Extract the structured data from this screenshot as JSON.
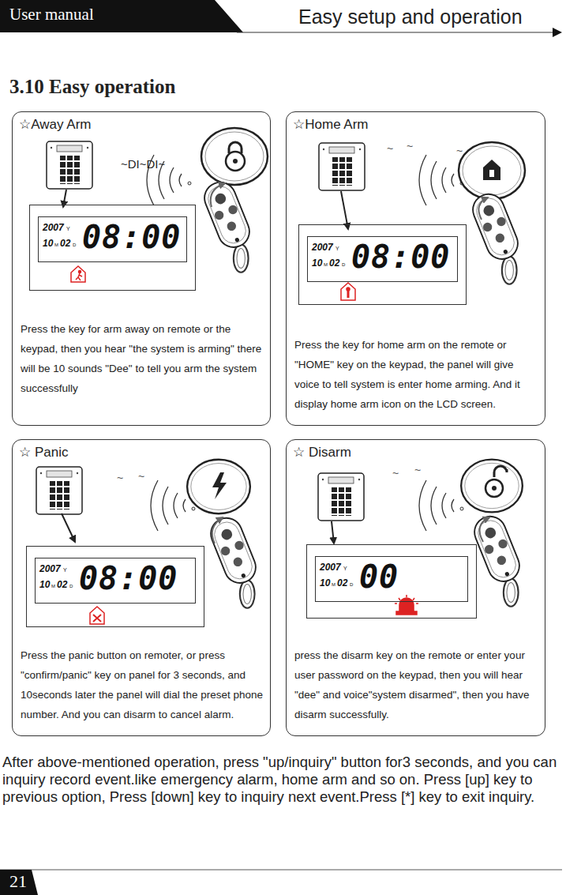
{
  "diagram": {
    "title": "3.10 Easy operation",
    "nodes": [
      {
        "text": [
          "☆Away Arm",
          "Press the key for arm away on remote or the keypad, then you hear \"the system is arming\" there will be 10 sounds \"Dee\" to tell you arm the system successfully"
        ]
      },
      {
        "text": [
          "2007",
          "Y",
          "10",
          "M",
          "02",
          "D",
          "08:00"
        ],
        "in": 0
      },
      {
        "text": [
          "☆Home Arm",
          "Press the key for home arm on the remote or \"HOME\" key on the keypad, the panel will give voice to tell system is enter home arming. And it display home arm icon on the LCD screen."
        ]
      },
      {
        "text": [
          "2007",
          "Y",
          "10",
          "M",
          "02",
          "D",
          "08:00"
        ],
        "in": 2
      },
      {
        "text": [
          "☆ Panic",
          "Press the panic button on remoter, or press \"confirm/panic\" key on panel for 3 seconds, and 10seconds later the panel will dial the preset phone number. And you can disarm to cancel alarm."
        ]
      },
      {
        "text": [
          "2007",
          "Y",
          "10",
          "M",
          "02",
          "D",
          "08:00"
        ],
        "in": 4
      },
      {
        "text": [
          "☆ Disarm",
          "press the disarm key on the remote or enter your user password on the keypad, then you will hear \"dee\" and voice\"system disarmed\", then you have disarm successfully."
        ]
      },
      {
        "text": [
          "2007",
          "Y",
          "10",
          "M",
          "02",
          "D",
          "00"
        ],
        "in": 6
      }
    ],
    "labels": [
      "User manual",
      "Easy setup and operation",
      "~DI~DI~",
      "After above-mentioned operation, press \"up/inquiry\" button for3 seconds, and you can inquiry record event.like emergency alarm, home arm and so on. Press [up] key to previous option, Press [down] key to inquiry next event.Press [*] key to exit inquiry.",
      "21"
    ]
  }
}
